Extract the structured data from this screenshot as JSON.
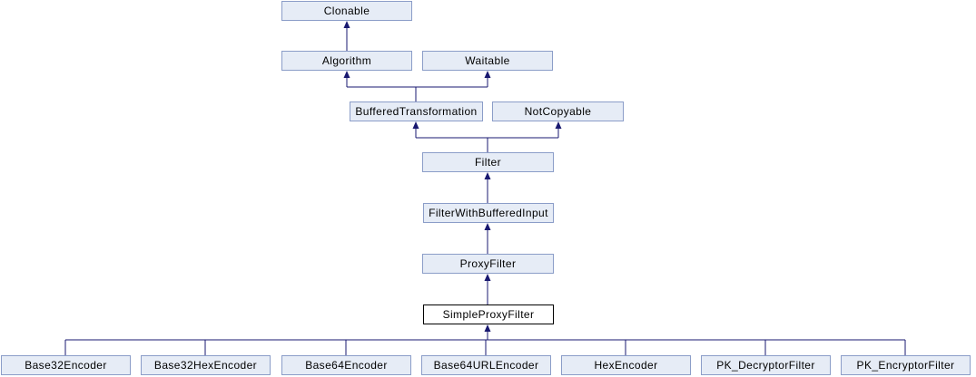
{
  "diagram": {
    "kind": "class-inheritance-diagram",
    "nodes": [
      {
        "label": "Clonable"
      },
      {
        "label": "Algorithm"
      },
      {
        "label": "Waitable"
      },
      {
        "label": "BufferedTransformation"
      },
      {
        "label": "NotCopyable"
      },
      {
        "label": "Filter"
      },
      {
        "label": "FilterWithBufferedInput"
      },
      {
        "label": "ProxyFilter"
      },
      {
        "label": "SimpleProxyFilter",
        "highlight": true
      },
      {
        "label": "Base32Encoder"
      },
      {
        "label": "Base32HexEncoder"
      },
      {
        "label": "Base64Encoder"
      },
      {
        "label": "Base64URLEncoder"
      },
      {
        "label": "HexEncoder"
      },
      {
        "label": "PK_DecryptorFilter"
      },
      {
        "label": "PK_EncryptorFilter"
      }
    ],
    "edges": [
      {
        "from": "Algorithm",
        "to": "Clonable"
      },
      {
        "from": "BufferedTransformation",
        "to": "Algorithm"
      },
      {
        "from": "BufferedTransformation",
        "to": "Waitable"
      },
      {
        "from": "Filter",
        "to": "BufferedTransformation"
      },
      {
        "from": "Filter",
        "to": "NotCopyable"
      },
      {
        "from": "FilterWithBufferedInput",
        "to": "Filter"
      },
      {
        "from": "ProxyFilter",
        "to": "FilterWithBufferedInput"
      },
      {
        "from": "SimpleProxyFilter",
        "to": "ProxyFilter"
      },
      {
        "from": "Base32Encoder",
        "to": "SimpleProxyFilter"
      },
      {
        "from": "Base32HexEncoder",
        "to": "SimpleProxyFilter"
      },
      {
        "from": "Base64Encoder",
        "to": "SimpleProxyFilter"
      },
      {
        "from": "Base64URLEncoder",
        "to": "SimpleProxyFilter"
      },
      {
        "from": "HexEncoder",
        "to": "SimpleProxyFilter"
      },
      {
        "from": "PK_DecryptorFilter",
        "to": "SimpleProxyFilter"
      },
      {
        "from": "PK_EncryptorFilter",
        "to": "SimpleProxyFilter"
      }
    ]
  },
  "colors": {
    "node_fill": "#e6ecf6",
    "node_border": "#8b9dc8",
    "highlight_fill": "#ffffff",
    "highlight_border": "#000000",
    "edge": "#191970",
    "text": "#000000",
    "background": "#ffffff"
  }
}
